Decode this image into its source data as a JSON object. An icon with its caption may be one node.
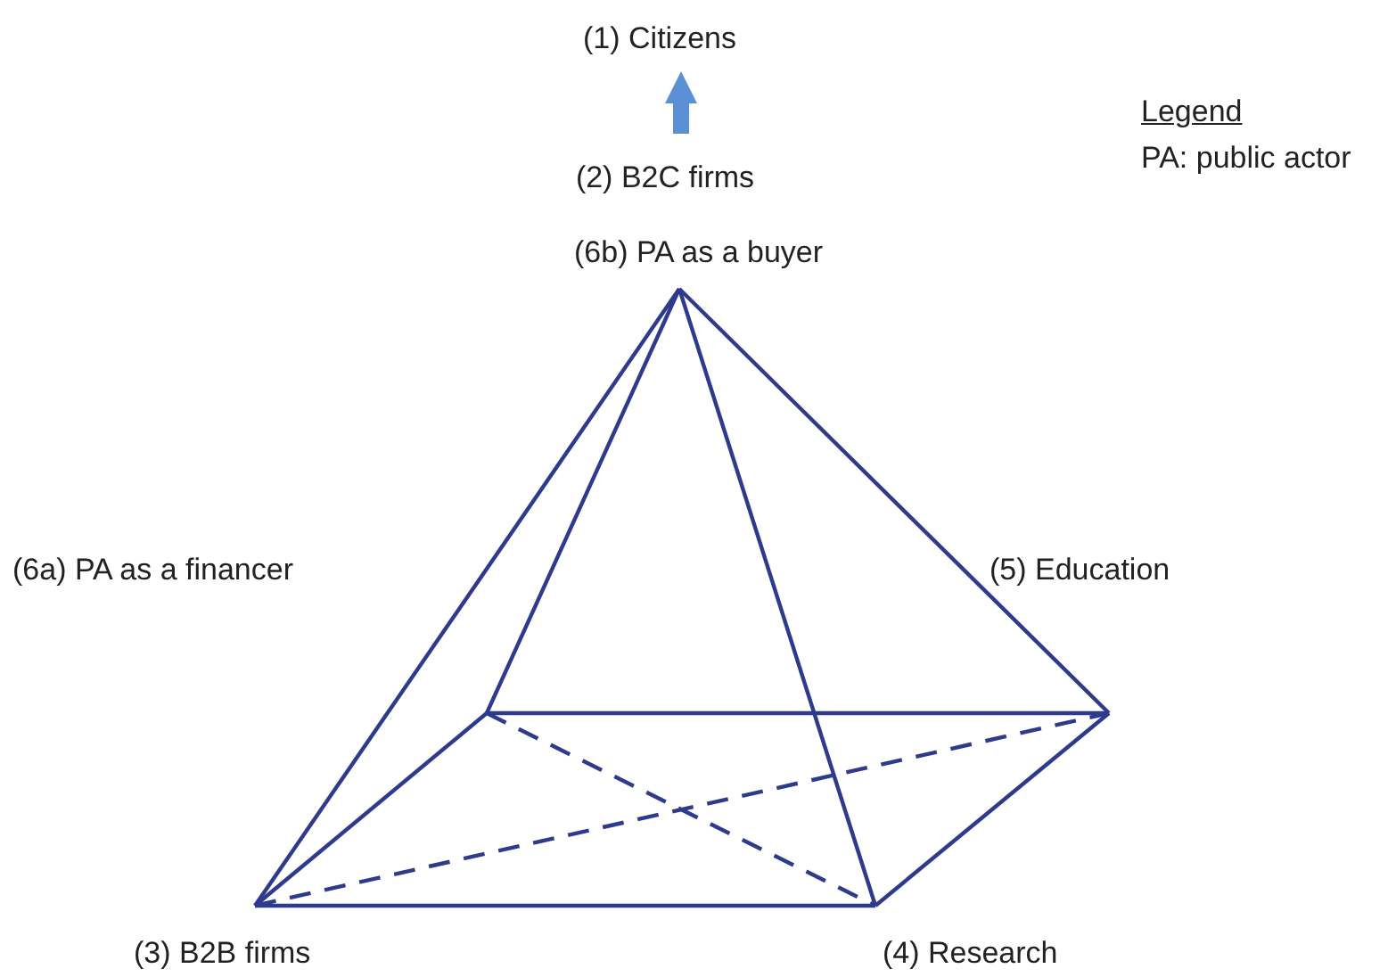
{
  "diagram": {
    "nodes": [
      {
        "text": [
          "(1) Citizens"
        ]
      },
      {
        "text": [
          "(2) B2C firms"
        ]
      }
    ],
    "edges": [
      {
        "from": 1,
        "to": 0,
        "arrow": "to"
      }
    ],
    "labels": [
      "Legend",
      "PA: public actor",
      "(6b) PA as a buyer",
      "(6a) PA as a financer",
      "(5) Education",
      "(3) B2B firms",
      "(4) Research"
    ]
  }
}
